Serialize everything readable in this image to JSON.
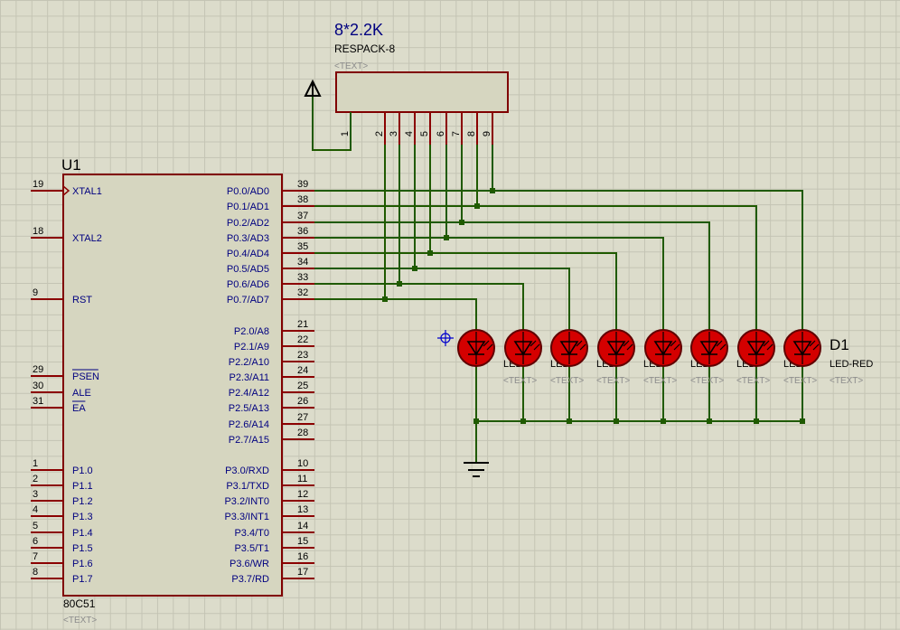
{
  "resistor": {
    "value": "8*2.2K",
    "part": "RESPACK-8",
    "text": "<TEXT>",
    "pins": [
      "1",
      "2",
      "3",
      "4",
      "5",
      "6",
      "7",
      "8",
      "9"
    ]
  },
  "mcu": {
    "ref": "U1",
    "part": "80C51",
    "text": "<TEXT>",
    "left_pins": [
      {
        "num": "19",
        "label": "XTAL1",
        "clock": true
      },
      {
        "num": "18",
        "label": "XTAL2"
      },
      {
        "num": "9",
        "label": "RST"
      },
      {
        "num": "29",
        "label": "PSEN",
        "overbar": true
      },
      {
        "num": "30",
        "label": "ALE"
      },
      {
        "num": "31",
        "label": "EA",
        "overbar": true
      },
      {
        "num": "1",
        "label": "P1.0"
      },
      {
        "num": "2",
        "label": "P1.1"
      },
      {
        "num": "3",
        "label": "P1.2"
      },
      {
        "num": "4",
        "label": "P1.3"
      },
      {
        "num": "5",
        "label": "P1.4"
      },
      {
        "num": "6",
        "label": "P1.5"
      },
      {
        "num": "7",
        "label": "P1.6"
      },
      {
        "num": "8",
        "label": "P1.7"
      }
    ],
    "right_pins": [
      {
        "num": "39",
        "label": "P0.0/AD0"
      },
      {
        "num": "38",
        "label": "P0.1/AD1"
      },
      {
        "num": "37",
        "label": "P0.2/AD2"
      },
      {
        "num": "36",
        "label": "P0.3/AD3"
      },
      {
        "num": "35",
        "label": "P0.4/AD4"
      },
      {
        "num": "34",
        "label": "P0.5/AD5"
      },
      {
        "num": "33",
        "label": "P0.6/AD6"
      },
      {
        "num": "32",
        "label": "P0.7/AD7"
      },
      {
        "num": "21",
        "label": "P2.0/A8"
      },
      {
        "num": "22",
        "label": "P2.1/A9"
      },
      {
        "num": "23",
        "label": "P2.2/A10"
      },
      {
        "num": "24",
        "label": "P2.3/A11"
      },
      {
        "num": "25",
        "label": "P2.4/A12"
      },
      {
        "num": "26",
        "label": "P2.5/A13"
      },
      {
        "num": "27",
        "label": "P2.6/A14"
      },
      {
        "num": "28",
        "label": "P2.7/A15"
      },
      {
        "num": "10",
        "label": "P3.0/RXD"
      },
      {
        "num": "11",
        "label": "P3.1/TXD"
      },
      {
        "num": "12",
        "label": "P3.2/INT0"
      },
      {
        "num": "13",
        "label": "P3.3/INT1"
      },
      {
        "num": "14",
        "label": "P3.4/T0"
      },
      {
        "num": "15",
        "label": "P3.5/T1"
      },
      {
        "num": "16",
        "label": "P3.6/WR"
      },
      {
        "num": "17",
        "label": "P3.7/RD"
      }
    ]
  },
  "leds": {
    "ref": "D1",
    "part": "LED-RED",
    "text": "<TEXT>",
    "count": 8,
    "partial_label": "LED"
  },
  "colors": {
    "wire": "#1f5a00",
    "pin": "#8b0000",
    "body_fill": "#d6d6c0",
    "body_stroke": "#800000",
    "label_text": "#000080",
    "pin_number": "#000000",
    "led_fill": "#d40000",
    "led_stroke": "#600000",
    "placeholder_text": "#8c8c8c",
    "origin_marker": "#0000cc"
  }
}
